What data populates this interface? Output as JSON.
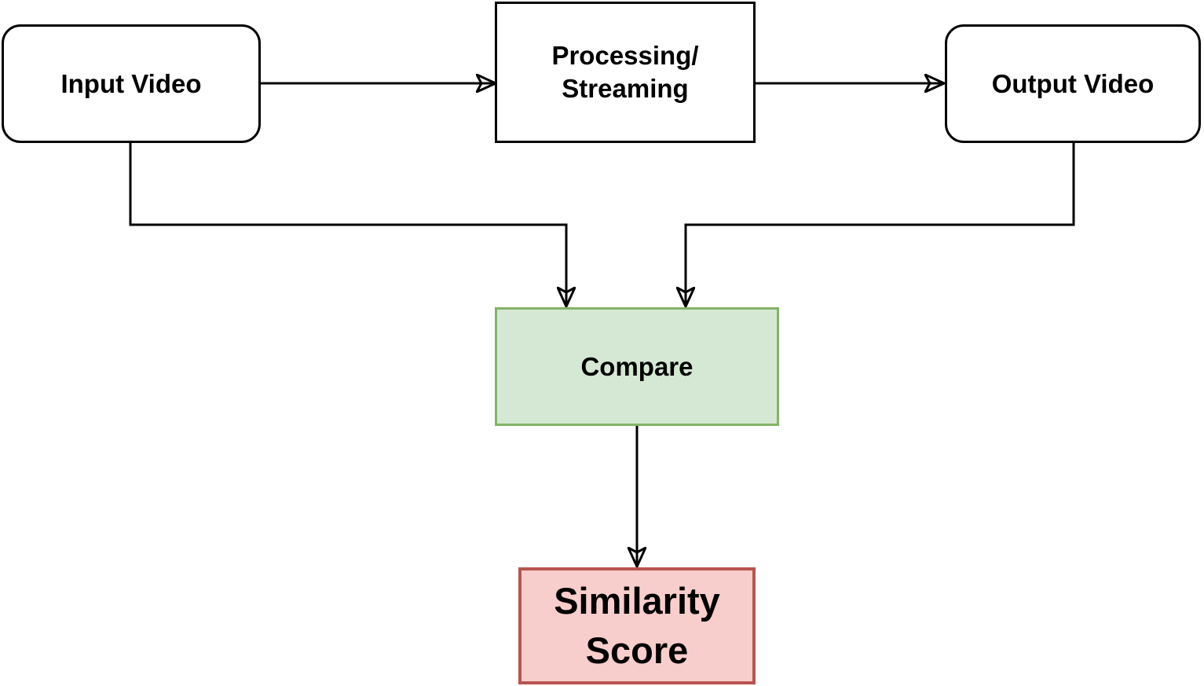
{
  "diagram": {
    "type": "flowchart",
    "background_color": "#ffffff",
    "edge_color": "#000000",
    "text_color": "#000000",
    "nodes": [
      {
        "id": "input-video",
        "label": "Input Video",
        "shape": "rounded-rect",
        "fill": "#ffffff",
        "stroke": "#000000"
      },
      {
        "id": "processing",
        "label": "Processing/\nStreaming",
        "shape": "rect",
        "fill": "#ffffff",
        "stroke": "#000000"
      },
      {
        "id": "output-video",
        "label": "Output Video",
        "shape": "rounded-rect",
        "fill": "#ffffff",
        "stroke": "#000000"
      },
      {
        "id": "compare",
        "label": "Compare",
        "shape": "rect",
        "fill": "#d5e8d4",
        "stroke": "#82b366"
      },
      {
        "id": "similarity-score",
        "label": "Similarity\nScore",
        "shape": "rect",
        "fill": "#f8cecc",
        "stroke": "#b85450"
      }
    ],
    "edges": [
      {
        "from": "input-video",
        "to": "processing",
        "style": "straight-arrow"
      },
      {
        "from": "processing",
        "to": "output-video",
        "style": "straight-arrow"
      },
      {
        "from": "input-video",
        "to": "compare",
        "style": "elbow-arrow"
      },
      {
        "from": "output-video",
        "to": "compare",
        "style": "elbow-arrow"
      },
      {
        "from": "compare",
        "to": "similarity-score",
        "style": "straight-arrow"
      }
    ]
  }
}
